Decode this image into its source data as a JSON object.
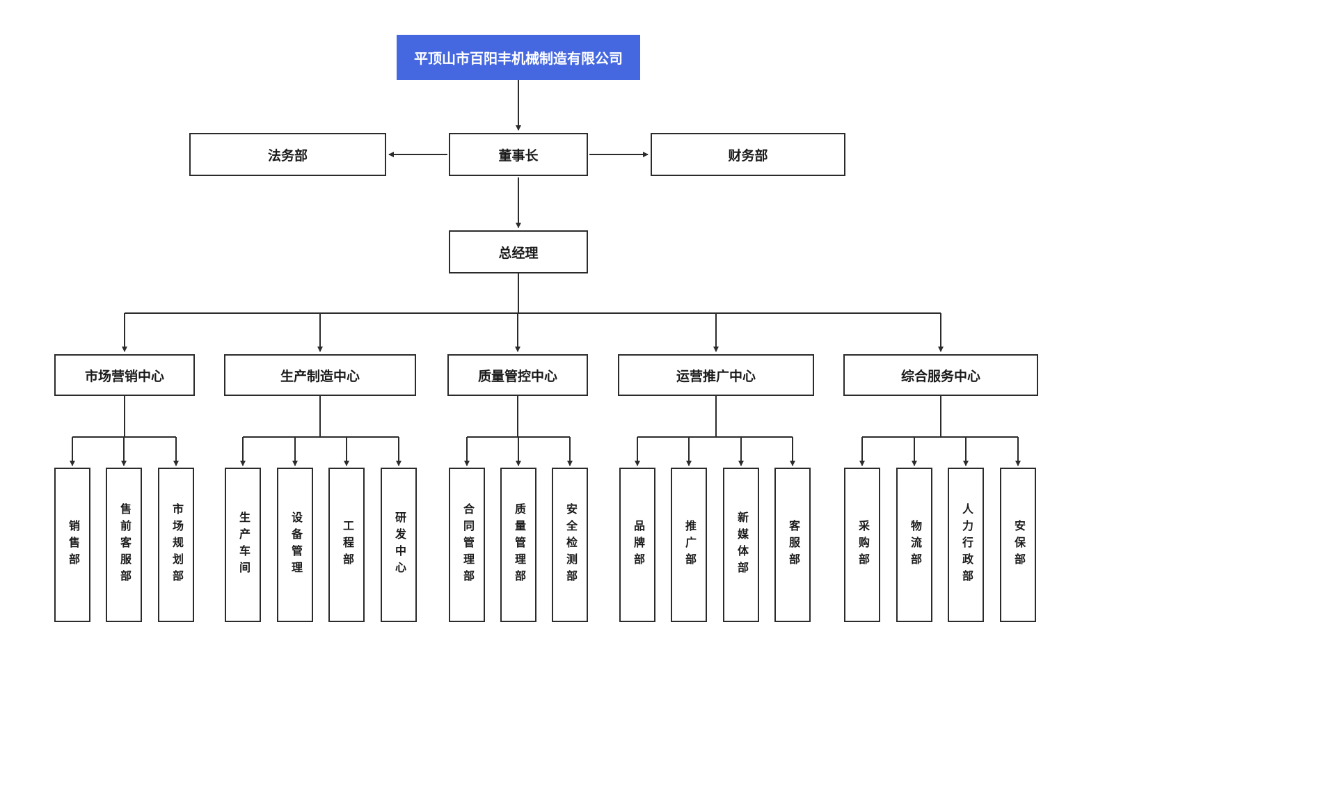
{
  "org": {
    "root": {
      "label": "平顶山市百阳丰机械制造有限公司"
    },
    "chairman": {
      "label": "董事长"
    },
    "legal": {
      "label": "法务部"
    },
    "finance": {
      "label": "财务部"
    },
    "general_manager": {
      "label": "总经理"
    },
    "groups": [
      {
        "label": "市场营销中心",
        "children": [
          "销售部",
          "售前客服部",
          "市场规划部"
        ]
      },
      {
        "label": "生产制造中心",
        "children": [
          "生产车间",
          "设备管理",
          "工程部",
          "研发中心"
        ]
      },
      {
        "label": "质量管控中心",
        "children": [
          "合同管理部",
          "质量管理部",
          "安全检测部"
        ]
      },
      {
        "label": "运营推广中心",
        "children": [
          "品牌部",
          "推广部",
          "新媒体部",
          "客服部"
        ]
      },
      {
        "label": "综合服务中心",
        "children": [
          "采购部",
          "物流部",
          "人力行政部",
          "安保部"
        ]
      }
    ],
    "colors": {
      "root_background": "#4568E1",
      "root_text": "#FFFFFF",
      "node_background": "#FFFFFF",
      "node_border": "#2B2B2B",
      "connector": "#2B2B2B",
      "node_text": "#1A1A1A",
      "page_background": "#FFFFFF"
    }
  }
}
